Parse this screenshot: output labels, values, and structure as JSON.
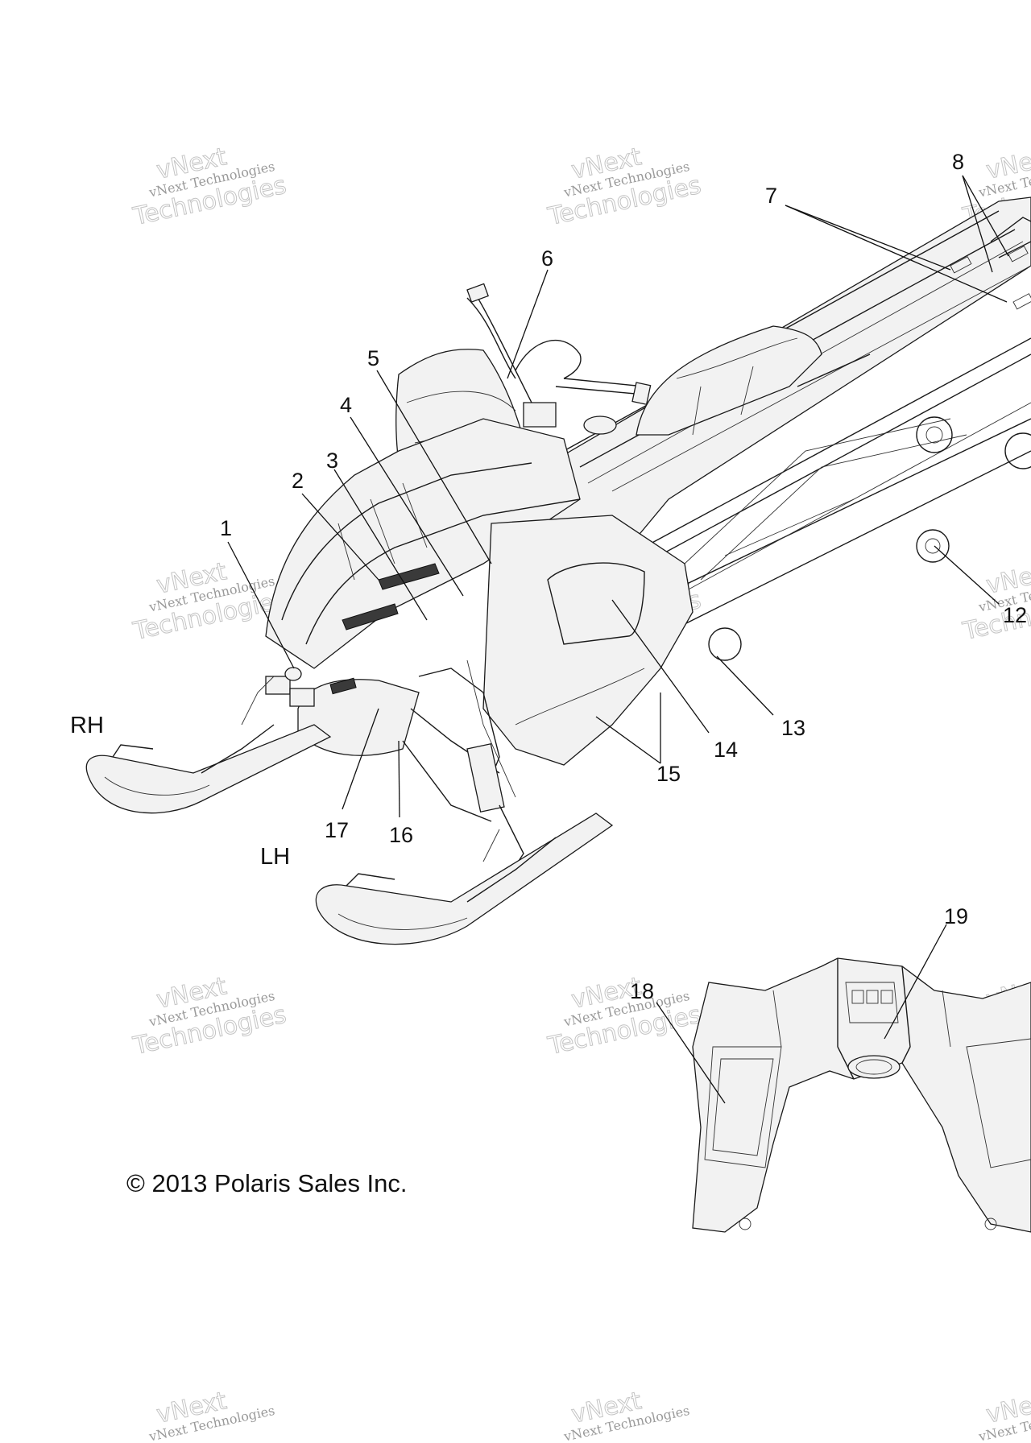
{
  "diagram": {
    "callouts": [
      "1",
      "2",
      "3",
      "4",
      "5",
      "6",
      "7",
      "8",
      "12",
      "13",
      "14",
      "15",
      "16",
      "17",
      "18",
      "19"
    ],
    "side_labels": {
      "right": "RH",
      "left": "LH"
    },
    "copyright": "© 2013 Polaris Sales Inc.",
    "watermark": {
      "line1": "vNext Technologies",
      "line2": "Technologies",
      "line3": "vNext"
    }
  }
}
